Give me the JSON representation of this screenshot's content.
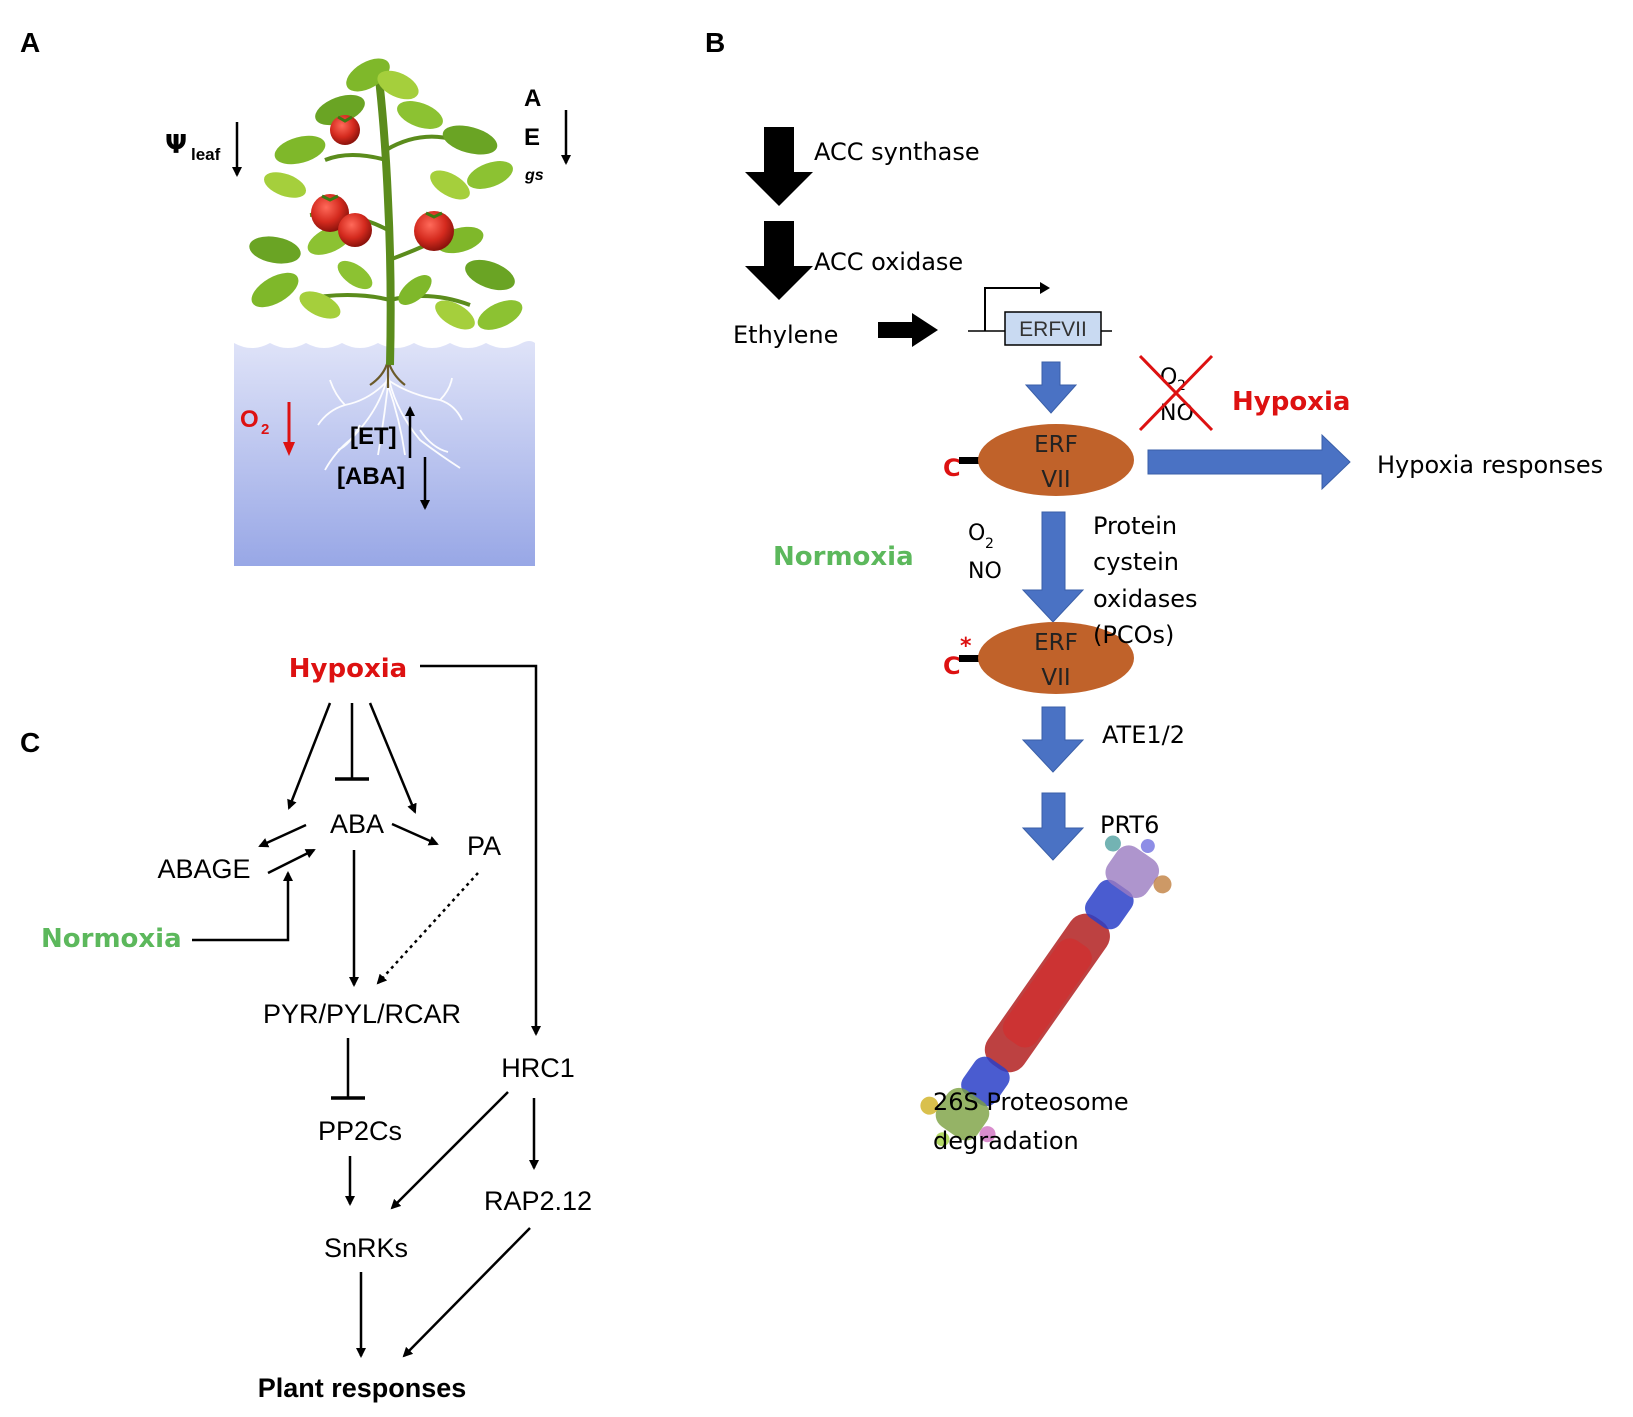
{
  "panels": {
    "a": {
      "letter": "A"
    },
    "b": {
      "letter": "B"
    },
    "c": {
      "letter": "C"
    }
  },
  "panel_a": {
    "psi_symbol": "Ψ",
    "psi_sub": "leaf",
    "a_label": "A",
    "e_label": "E",
    "gs_label": "gs",
    "o2_label": "O",
    "o2_sub": "2",
    "et_label": "[ET]",
    "aba_label": "[ABA]"
  },
  "panel_b": {
    "acc_synthase": "ACC synthase",
    "acc_oxidase": "ACC oxidase",
    "ethylene": "Ethylene",
    "erfvii_box": "ERFVII",
    "o2_crossed": "O",
    "o2_crossed_sub": "2",
    "no_crossed": "NO",
    "hypoxia": "Hypoxia",
    "erf_top_1": "ERF",
    "erf_top_2": "VII",
    "c_label": "C",
    "hypoxia_responses": "Hypoxia responses",
    "normoxia": "Normoxia",
    "o2_label": "O",
    "o2_sub": "2",
    "no_label": "NO",
    "pco_1": "Protein",
    "pco_2": "cystein",
    "pco_3": "oxidases",
    "pco_4": "(PCOs)",
    "erf_bot_1": "ERF",
    "erf_bot_2": "VII",
    "c_star_label": "C",
    "star": "*",
    "ate": "ATE1/2",
    "prt6": "PRT6",
    "deg_1": "26S Proteosome",
    "deg_2": "degradation"
  },
  "panel_c": {
    "hypoxia": "Hypoxia",
    "aba": "ABA",
    "abage": "ABAGE",
    "pa": "PA",
    "normoxia": "Normoxia",
    "pyr": "PYR/PYL/RCAR",
    "hrc1": "HRC1",
    "pp2cs": "PP2Cs",
    "rap": "RAP2.12",
    "snrks": "SnRKs",
    "plant_responses": "Plant responses"
  },
  "colors": {
    "red": "#dd1111",
    "green": "#5cb85c",
    "arrow_blue": "#4a72c4",
    "ellipse_brown": "#c0622a",
    "box_blue": "#c9daf2",
    "water_top": "#d7dcf6",
    "water_bottom": "#9aa9e6"
  }
}
